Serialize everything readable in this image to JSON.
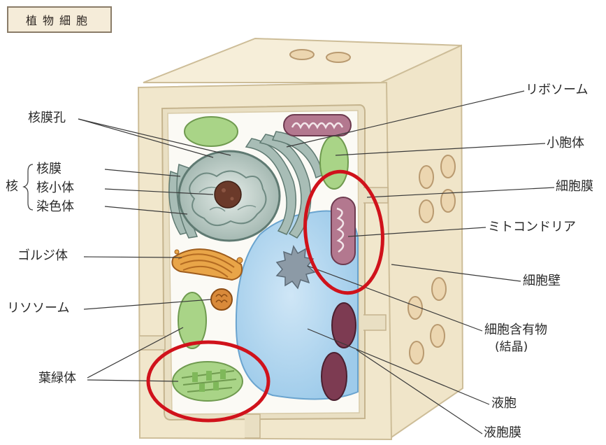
{
  "title": "植物細胞",
  "labels": {
    "nuclear_pore": "核膜孔",
    "nucleus": "核",
    "nuclear_membrane": "核膜",
    "nucleolus": "核小体",
    "chromosome": "染色体",
    "golgi": "ゴルジ体",
    "lysosome": "リソソーム",
    "chloroplast": "葉緑体",
    "ribosome": "リボソーム",
    "microbody": "小胞体",
    "cell_membrane": "細胞膜",
    "mitochondria": "ミトコンドリア",
    "cell_wall": "細胞壁",
    "inclusion_line1": "細胞含有物",
    "inclusion_line2": "(結晶)",
    "vacuole": "液胞",
    "tonoplast": "液胞膜"
  },
  "colors": {
    "highlight_circle": "#d0121b",
    "cell_wall": "#f1e7cc",
    "vacuole": "#b9daf0",
    "chloroplast": "#a9d487",
    "mitochondria": "#b3788f",
    "golgi": "#e9a548",
    "nucleus": "#b8c8c2"
  }
}
